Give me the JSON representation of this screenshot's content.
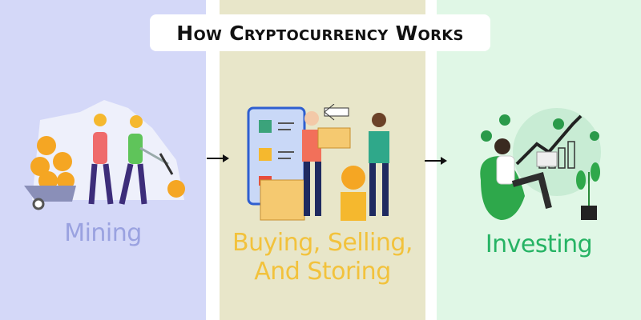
{
  "title": "How Cryptocurrency Works",
  "steps": [
    {
      "label": "Mining",
      "color": "#9aa2e0",
      "icon": "miners-illustration"
    },
    {
      "label": "Buying, Selling, And Storing",
      "color": "#f2c23c",
      "icon": "trading-illustration"
    },
    {
      "label": "Investing",
      "color": "#26b364",
      "icon": "investor-illustration"
    }
  ],
  "colors": {
    "panel1": "#d4d8f8",
    "panel2": "#e8e6c9",
    "panel3": "#e0f7e6"
  }
}
